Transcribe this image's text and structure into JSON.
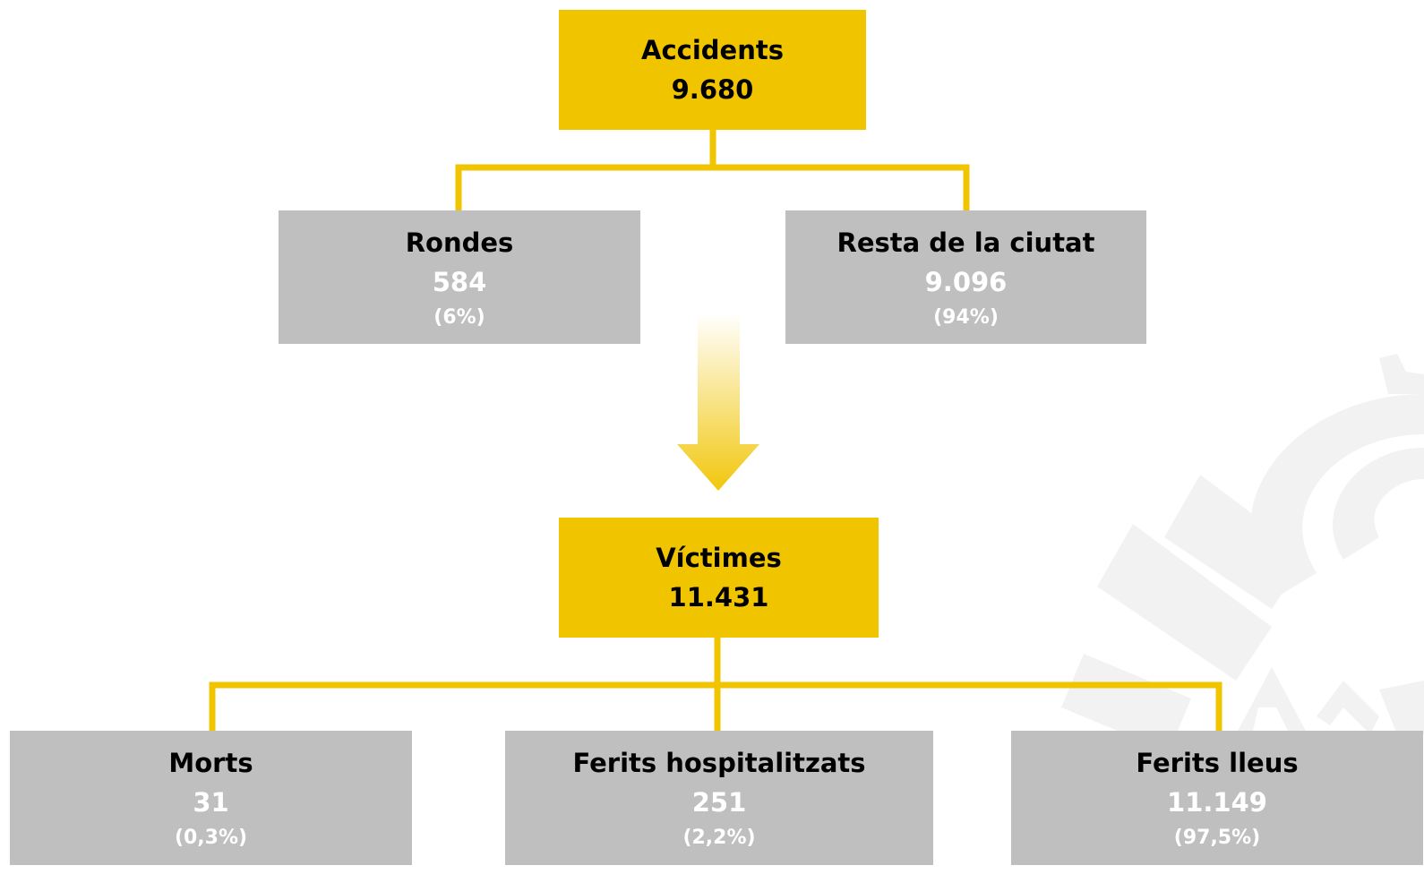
{
  "accidents": {
    "label": "Accidents",
    "value": "9.680"
  },
  "rondes": {
    "label": "Rondes",
    "value": "584",
    "pct": "(6%)"
  },
  "resta": {
    "label": "Resta de la ciutat",
    "value": "9.096",
    "pct": "(94%)"
  },
  "victimes": {
    "label": "Víctimes",
    "value": "11.431"
  },
  "morts": {
    "label": "Morts",
    "value": "31",
    "pct": "(0,3%)"
  },
  "hospitalitzats": {
    "label": "Ferits hospitalitzats",
    "value": "251",
    "pct": "(2,2%)"
  },
  "lleus": {
    "label": "Ferits lleus",
    "value": "11.149",
    "pct": "(97,5%)"
  },
  "colors": {
    "yellow": "#f1c400",
    "grey": "#bfbfbf",
    "connector": "#f1c400",
    "watermark": "#f2f2f2"
  },
  "icons": [
    "down-arrow-icon",
    "logo-watermark"
  ]
}
